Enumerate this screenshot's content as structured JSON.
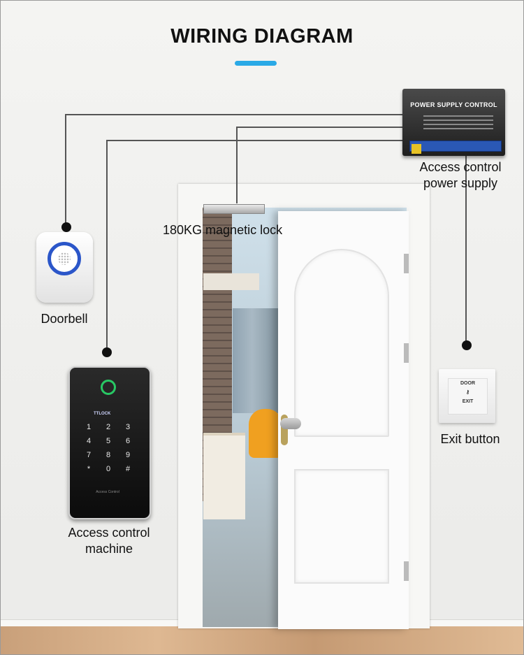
{
  "title": "WIRING DIAGRAM",
  "accent_color": "#2aa9e6",
  "wire_color": "#555555",
  "components": {
    "power_supply": {
      "device_title": "POWER SUPPLY CONTROL",
      "label_line1": "Access control",
      "label_line2": "power supply"
    },
    "magnetic_lock": {
      "label": "180KG magnetic lock"
    },
    "doorbell": {
      "label": "Doorbell"
    },
    "access_machine": {
      "brand": "TTLOCK",
      "keys": [
        "1",
        "2",
        "3",
        "4",
        "5",
        "6",
        "7",
        "8",
        "9",
        "*",
        "0",
        "#"
      ],
      "footer": "Access Control",
      "label_line1": "Access control",
      "label_line2": "machine"
    },
    "exit_button": {
      "face_top": "DOOR",
      "face_bottom": "EXIT",
      "label": "Exit button"
    }
  }
}
